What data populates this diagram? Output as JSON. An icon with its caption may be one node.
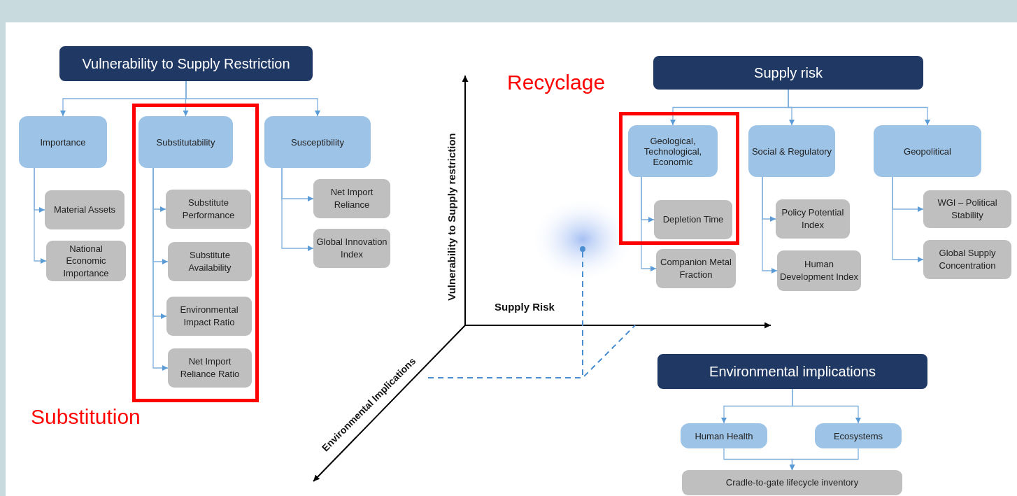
{
  "diagram": {
    "nodes": [
      {
        "text": [
          "Vulnerability to Supply Restriction"
        ]
      },
      {
        "text": [
          "Importance"
        ]
      },
      {
        "text": [
          "Material Assets"
        ]
      },
      {
        "text": [
          "National Economic Importance"
        ]
      },
      {
        "text": [
          "Substitution"
        ]
      },
      {
        "text": [
          "Substitutability"
        ],
        "in": 4
      },
      {
        "text": [
          "Substitute Performance"
        ],
        "in": 4
      },
      {
        "text": [
          "Substitute Availability"
        ],
        "in": 4
      },
      {
        "text": [
          "Environmental Impact Ratio"
        ],
        "in": 4
      },
      {
        "text": [
          "Net Import Reliance Ratio"
        ],
        "in": 4
      },
      {
        "text": [
          "Susceptibility"
        ]
      },
      {
        "text": [
          "Net Import Reliance"
        ]
      },
      {
        "text": [
          "Global Innovation Index"
        ]
      },
      {
        "text": [
          "Supply risk"
        ]
      },
      {
        "text": [
          "Recyclage"
        ]
      },
      {
        "text": [
          "Geological, Technological, Economic"
        ],
        "in": 14
      },
      {
        "text": [
          "Depletion Time"
        ],
        "in": 14
      },
      {
        "text": [
          "Companion Metal Fraction"
        ]
      },
      {
        "text": [
          "Social & Regulatory"
        ]
      },
      {
        "text": [
          "Policy Potential Index"
        ]
      },
      {
        "text": [
          "Human Development Index"
        ]
      },
      {
        "text": [
          "Geopolitical"
        ]
      },
      {
        "text": [
          "WGI – Political Stability"
        ]
      },
      {
        "text": [
          "Global Supply Concentration"
        ]
      },
      {
        "text": [
          "Environmental implications"
        ]
      },
      {
        "text": [
          "Human Health"
        ]
      },
      {
        "text": [
          "Ecosystems"
        ]
      },
      {
        "text": [
          "Cradle-to-gate lifecycle inventory"
        ]
      }
    ],
    "edges": [
      {
        "from": 0,
        "to": 1,
        "arrow": "to"
      },
      {
        "from": 0,
        "to": 5,
        "arrow": "to"
      },
      {
        "from": 0,
        "to": 10,
        "arrow": "to"
      },
      {
        "from": 1,
        "to": 2,
        "arrow": "to"
      },
      {
        "from": 1,
        "to": 3,
        "arrow": "to"
      },
      {
        "from": 5,
        "to": 6,
        "arrow": "to"
      },
      {
        "from": 5,
        "to": 7,
        "arrow": "to"
      },
      {
        "from": 5,
        "to": 8,
        "arrow": "to"
      },
      {
        "from": 5,
        "to": 9,
        "arrow": "to"
      },
      {
        "from": 10,
        "to": 11,
        "arrow": "to"
      },
      {
        "from": 10,
        "to": 12,
        "arrow": "to"
      },
      {
        "from": 13,
        "to": 15,
        "arrow": "to"
      },
      {
        "from": 13,
        "to": 18,
        "arrow": "to"
      },
      {
        "from": 13,
        "to": 21,
        "arrow": "to"
      },
      {
        "from": 15,
        "to": 16,
        "arrow": "to"
      },
      {
        "from": 15,
        "to": 17,
        "arrow": "to"
      },
      {
        "from": 18,
        "to": 19,
        "arrow": "to"
      },
      {
        "from": 18,
        "to": 20,
        "arrow": "to"
      },
      {
        "from": 21,
        "to": 22,
        "arrow": "to"
      },
      {
        "from": 21,
        "to": 23,
        "arrow": "to"
      },
      {
        "from": 24,
        "to": 25,
        "arrow": "to"
      },
      {
        "from": 24,
        "to": 26,
        "arrow": "to"
      },
      {
        "from": 25,
        "to": 27,
        "arrow": "to"
      },
      {
        "from": 26,
        "to": 27,
        "arrow": "to"
      }
    ],
    "labels": [
      "Vulnerability to Supply restriction",
      "Supply Risk",
      "Environmental Implications"
    ]
  }
}
